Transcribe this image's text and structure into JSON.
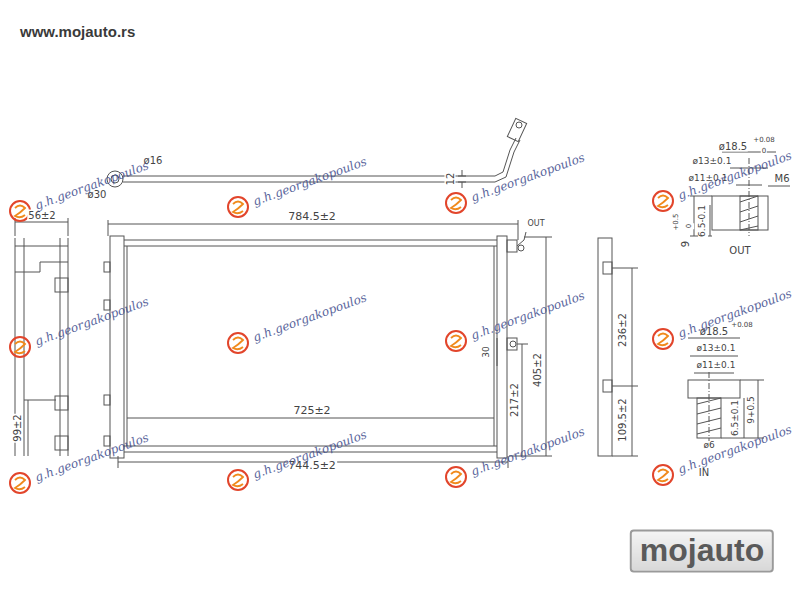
{
  "diagram": {
    "labels": [
      "www.mojauto.rs",
      "ø16",
      "ø30",
      "12",
      "784.5±2",
      "OUT",
      "56±2",
      "99±2",
      "725±2",
      "30",
      "217±2",
      "405±2",
      "236±2",
      "109.5±2",
      "744.5±2",
      "ø18.5",
      "+0.08",
      "0",
      "ø13±0.1",
      "ø11±0.1",
      "M6",
      "9",
      "+0.5",
      "0",
      "6.5-0.1",
      "OUT",
      "ø18.5",
      "+0.08",
      "ø13±0.1",
      "ø11±0.1",
      "6.5±0.1",
      "9+0.5",
      "ø6",
      "IN",
      "g.h.georgakopoulos",
      "g.h.georgakopoulos",
      "g.h.georgakopoulos",
      "g.h.georgakopoulos",
      "g.h.georgakopoulos",
      "g.h.georgakopoulos",
      "g.h.georgakopoulos",
      "g.h.georgakopoulos",
      "g.h.georgakopoulos",
      "g.h.georgakopoulos",
      "g.h.georgakopoulos",
      "g.h.georgakopoulos",
      "mojauto"
    ]
  }
}
